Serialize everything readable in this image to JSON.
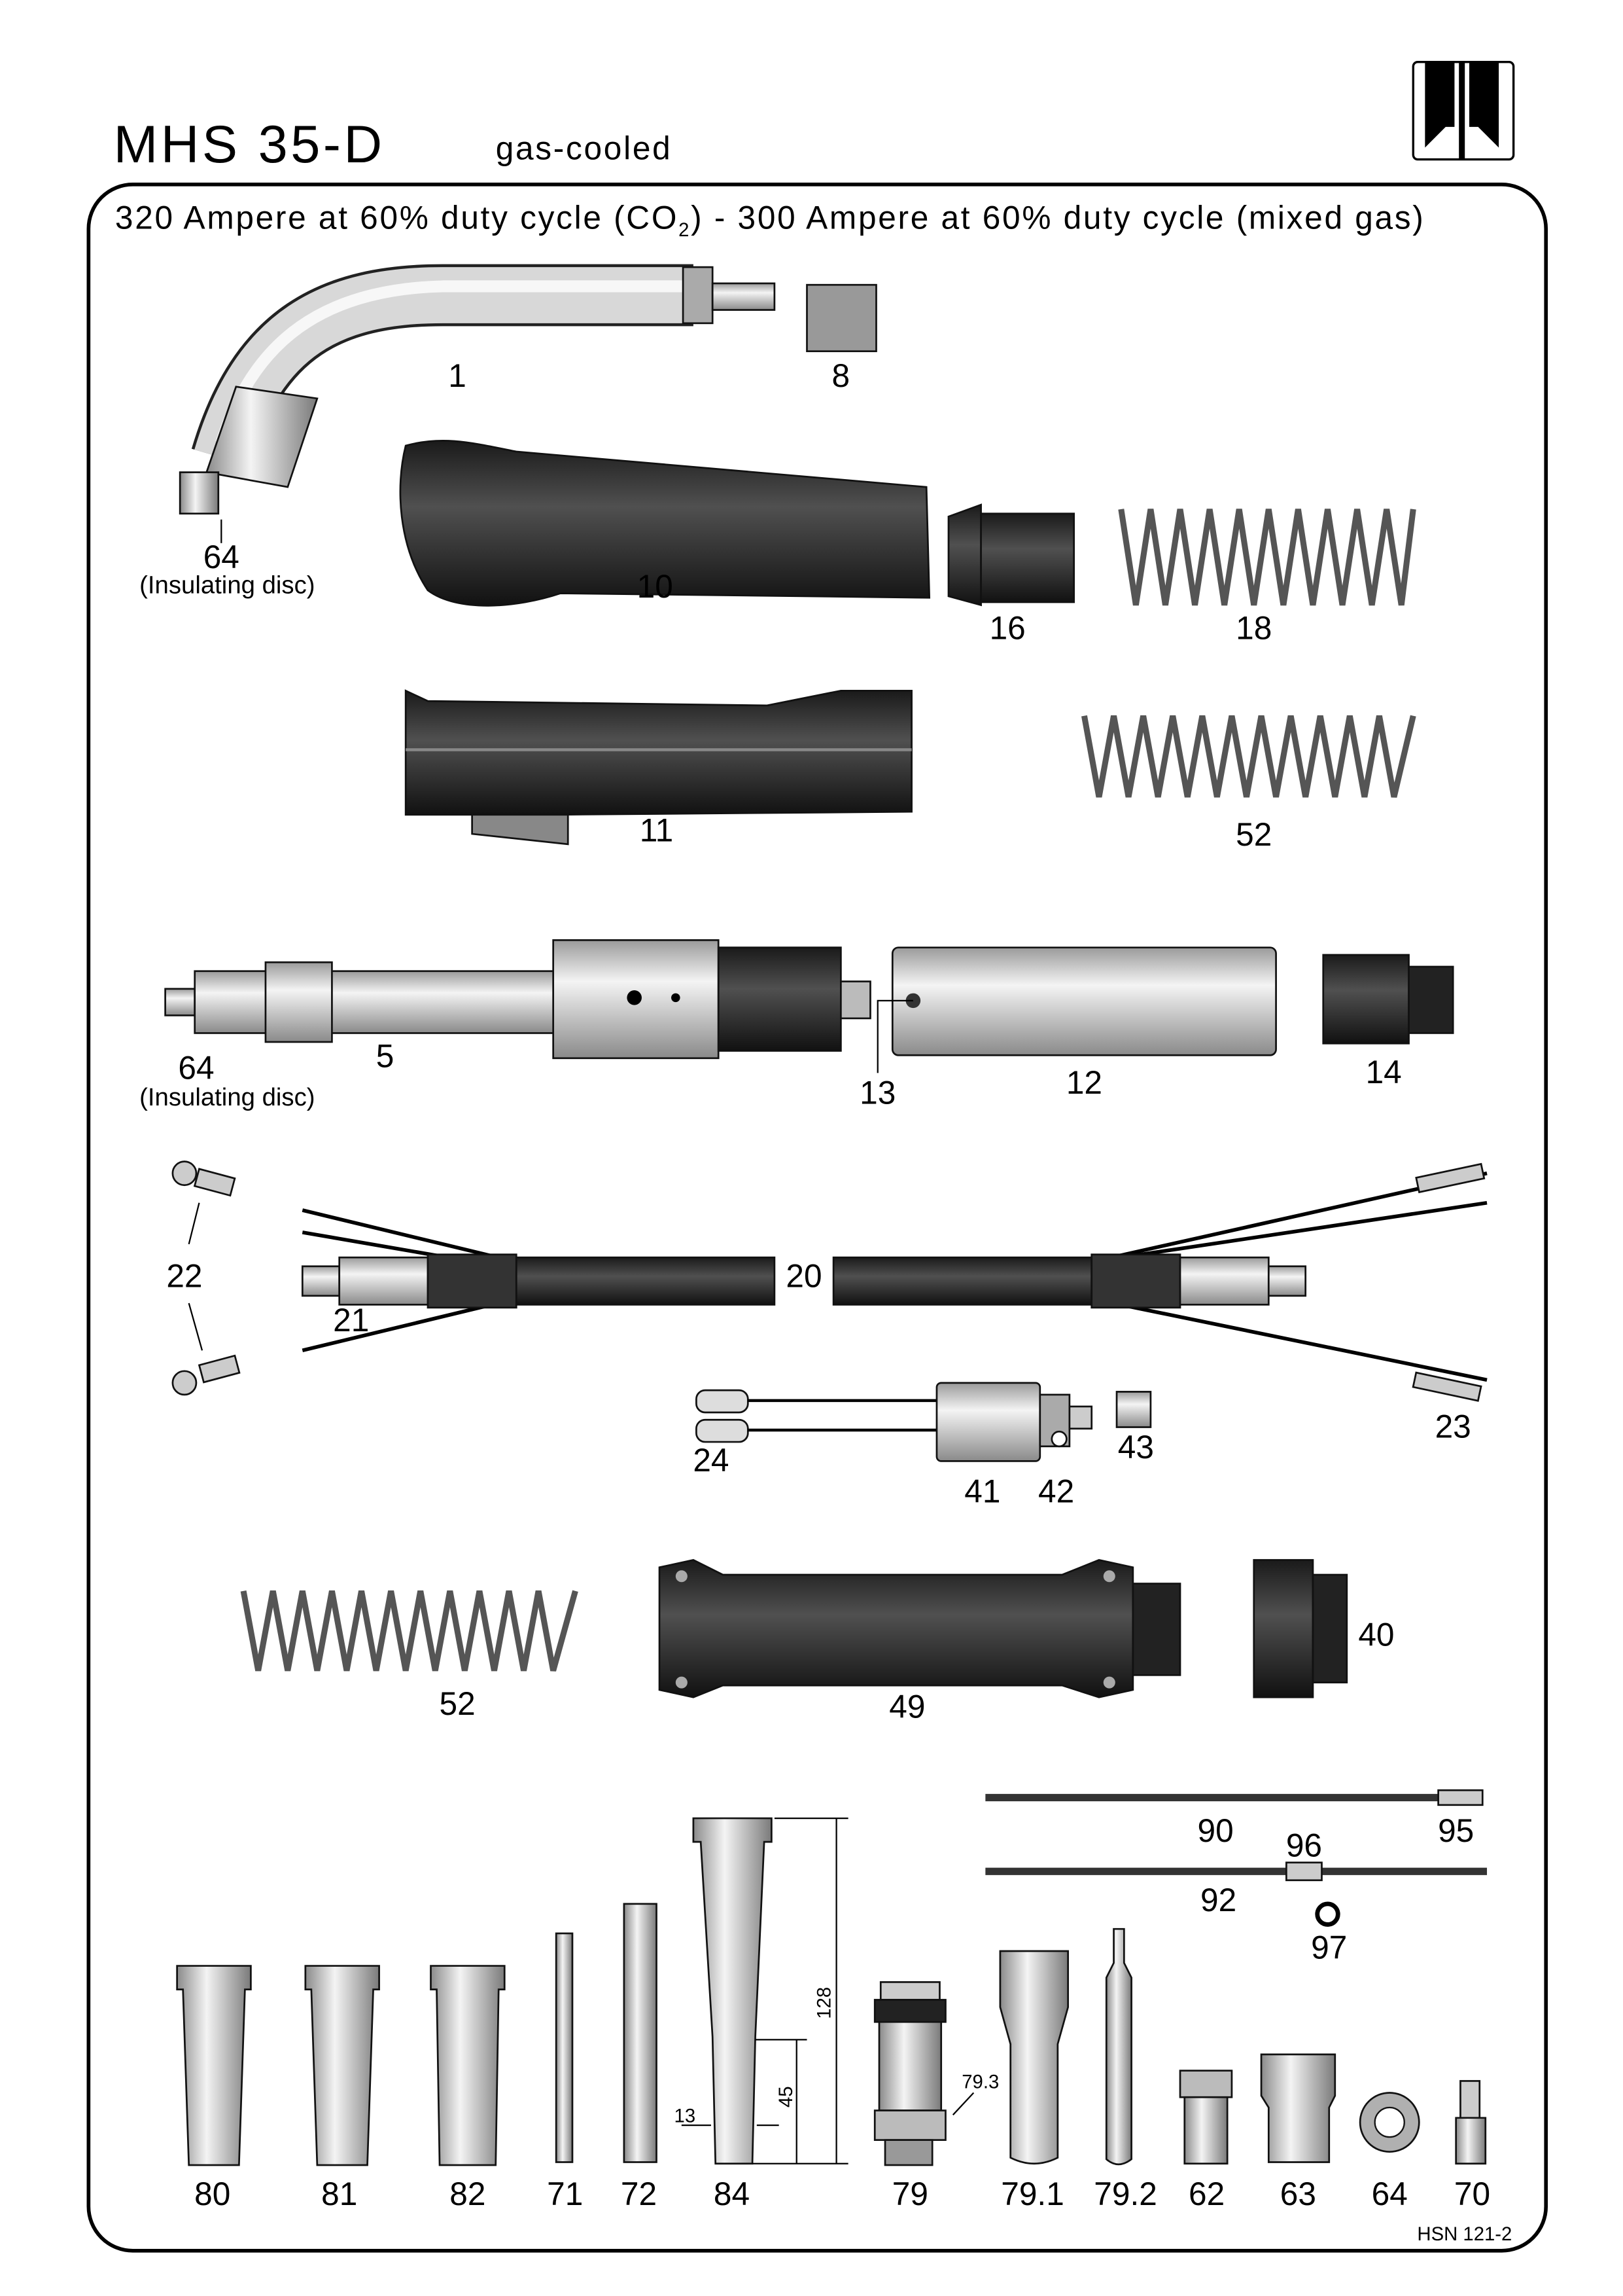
{
  "header": {
    "title": "MHS 35-D",
    "subtitle": "gas-cooled",
    "rating": "320 Ampere at 60% duty cycle (CO",
    "rating_sub": "2",
    "rating_rest": ") - 300 Ampere at 60% duty cycle (mixed gas)"
  },
  "parts": {
    "p1": "1",
    "p8": "8",
    "p64a": "64",
    "insul_a": "(Insulating disc)",
    "p10": "10",
    "p16": "16",
    "p18": "18",
    "p11": "11",
    "p52a": "52",
    "p5": "5",
    "p64b": "64",
    "insul_b": "(Insulating disc)",
    "p13": "13",
    "p12": "12",
    "p14": "14",
    "p22": "22",
    "p20": "20",
    "p21": "21",
    "p23": "23",
    "p24": "24",
    "p43": "43",
    "p41": "41",
    "p42": "42",
    "p40": "40",
    "p52b": "52",
    "p49": "49",
    "p90": "90",
    "p95": "95",
    "p96": "96",
    "p92": "92",
    "p97": "97",
    "p80": "80",
    "p81": "81",
    "p82": "82",
    "p71": "71",
    "p72": "72",
    "p84": "84",
    "p79": "79",
    "p79_1": "79.1",
    "p79_2": "79.2",
    "p62": "62",
    "p63": "63",
    "p64c": "64",
    "p70": "70"
  },
  "dimensions": {
    "d128": "128",
    "d45": "45",
    "d13": "13",
    "d79_3": "79.3"
  },
  "footer": {
    "code": "HSN 121-2"
  },
  "colors": {
    "frame": "#000000",
    "metal": "#c8c8c8",
    "dark": "#2a2a2a"
  }
}
